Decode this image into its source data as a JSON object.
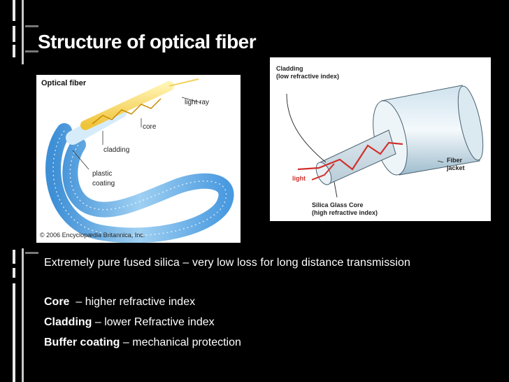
{
  "slide": {
    "title": "Structure of optical fiber",
    "left_figure": {
      "title": "Optical fiber",
      "labels": {
        "light_ray": "light ray",
        "core": "core",
        "cladding": "cladding",
        "plastic": "plastic",
        "coating": "coating"
      },
      "credit": "© 2006 Encyclopædia Britannica, Inc."
    },
    "right_figure": {
      "labels": {
        "cladding": "Cladding",
        "cladding_note": "(low refractive index)",
        "fiber": "Fiber",
        "jacket": "jacket",
        "light": "light",
        "core": "Silica Glass Core",
        "core_note": "(high refractive index)"
      }
    },
    "body": {
      "line1": "Extremely pure fused silica – very  low  loss  for  long  distance  transmission",
      "items": [
        {
          "term": "Core",
          "desc": "  – higher refractive index"
        },
        {
          "term": "Cladding",
          "desc": " – lower Refractive index"
        },
        {
          "term": "Buffer coating",
          "desc": " – mechanical protection"
        }
      ]
    }
  }
}
